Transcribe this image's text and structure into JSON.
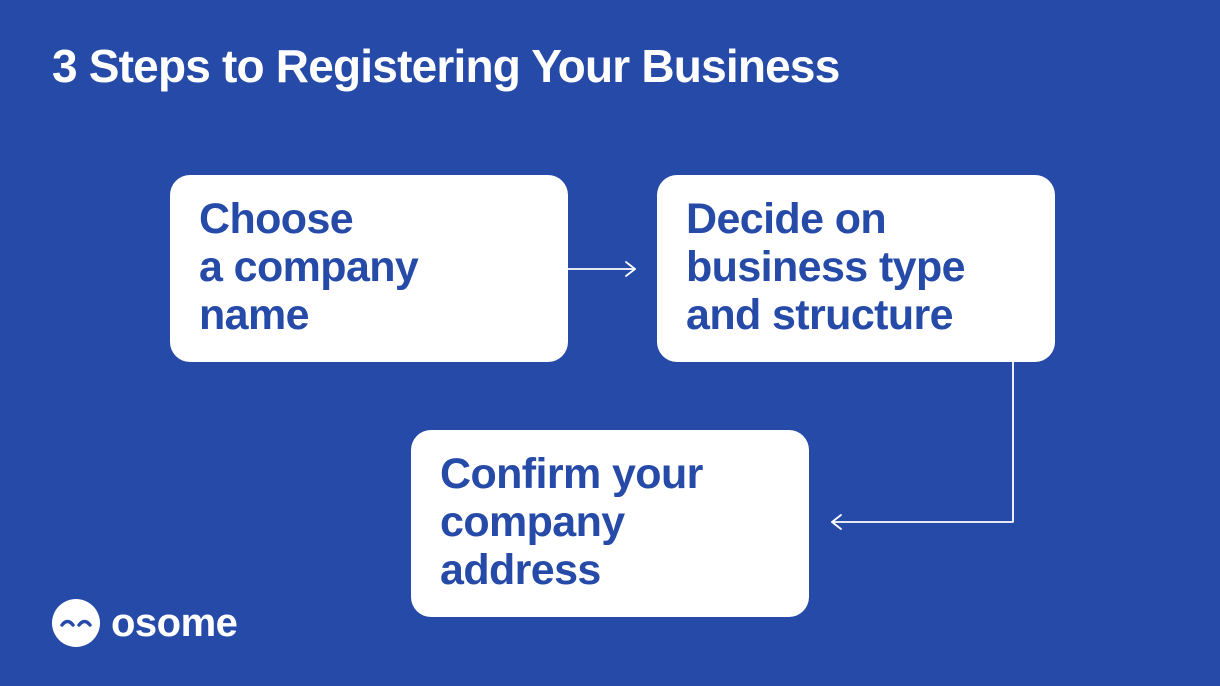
{
  "title": "3 Steps to Registering Your Business",
  "steps": [
    {
      "text": "Choose\na company\nname"
    },
    {
      "text": "Decide on\nbusiness type\nand structure"
    },
    {
      "text": "Confirm your\ncompany\naddress"
    }
  ],
  "brand": {
    "name": "osome",
    "icon": "smiling-face-icon"
  },
  "colors": {
    "background": "#254aa8",
    "card": "#ffffff",
    "card_text": "#254aa8",
    "connector": "#ffffff"
  }
}
